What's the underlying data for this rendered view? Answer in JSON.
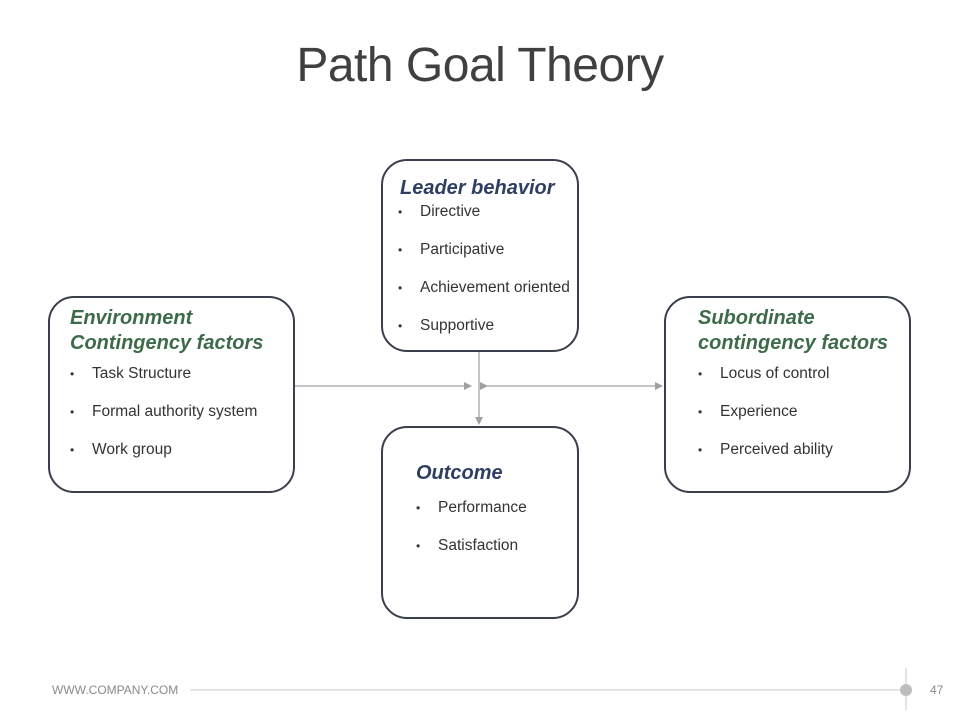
{
  "title": "Path Goal Theory",
  "leader": {
    "title": "Leader behavior",
    "items": [
      "Directive",
      "Participative",
      "Achievement oriented",
      "Supportive"
    ]
  },
  "environment": {
    "title_line1": "Environment",
    "title_line2": "Contingency factors",
    "items": [
      "Task Structure",
      "Formal authority system",
      "Work group"
    ]
  },
  "subordinate": {
    "title_line1": "Subordinate",
    "title_line2": "contingency factors",
    "items": [
      "Locus of control",
      "Experience",
      "Perceived ability"
    ]
  },
  "outcome": {
    "title": "Outcome",
    "items": [
      "Performance",
      "Satisfaction"
    ]
  },
  "footer": {
    "url": "WWW.COMPANY.COM",
    "page_number": "47"
  },
  "colors": {
    "box_border": "#3b3f4c",
    "leader_title": "#2f3e63",
    "factor_title": "#3d6b4a",
    "connector": "#a0a0a0"
  }
}
